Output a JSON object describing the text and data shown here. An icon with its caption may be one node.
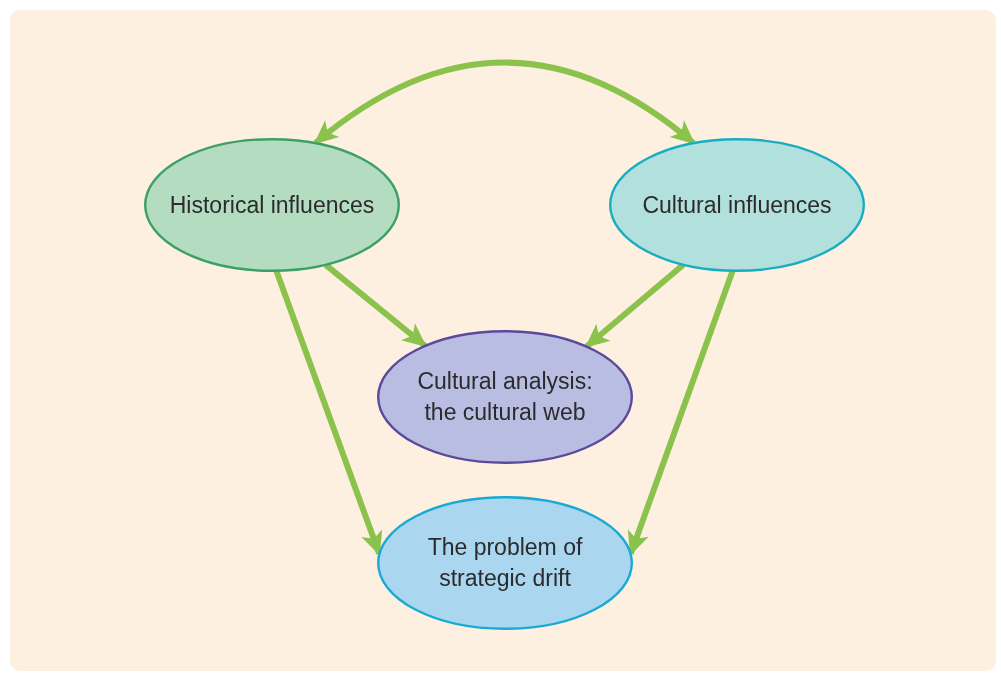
{
  "diagram": {
    "nodes": [
      {
        "text": [
          "Historical influences"
        ]
      },
      {
        "text": [
          "Cultural influences"
        ]
      },
      {
        "text": [
          "Cultural analysis: the cultural web"
        ]
      },
      {
        "text": [
          "The problem of strategic drift"
        ]
      }
    ],
    "edges": [
      {
        "from": 0,
        "to": 1,
        "arrow": "both"
      },
      {
        "from": 0,
        "to": 2,
        "arrow": "to"
      },
      {
        "from": 1,
        "to": 2,
        "arrow": "to"
      },
      {
        "from": 0,
        "to": 3,
        "arrow": "to"
      },
      {
        "from": 1,
        "to": 3,
        "arrow": "to"
      }
    ]
  }
}
